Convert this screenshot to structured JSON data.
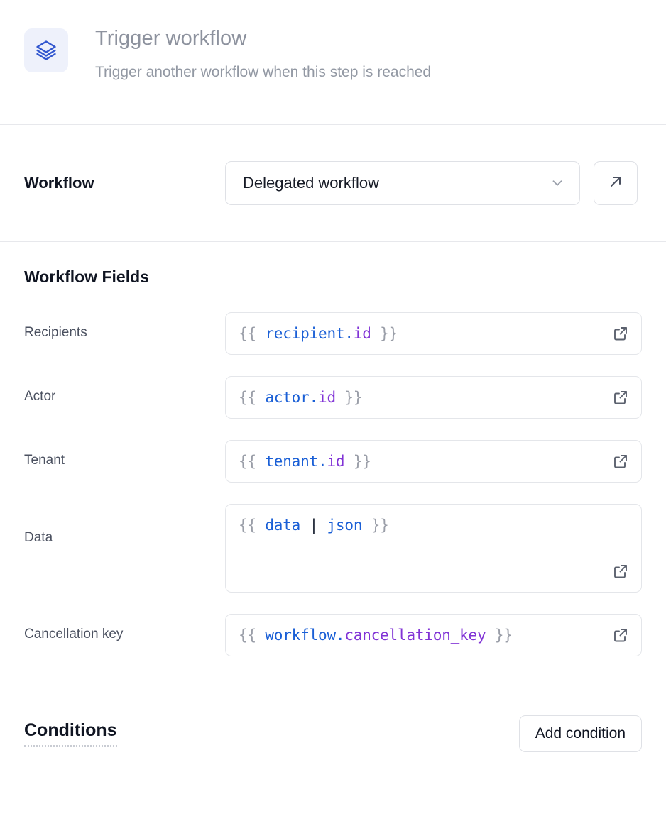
{
  "header": {
    "icon": "layers-stack-icon",
    "icon_color": "#3257cf",
    "icon_bg": "#eef1fb",
    "title": "Trigger workflow",
    "subtitle": "Trigger another workflow when this step is reached"
  },
  "workflow_section": {
    "label": "Workflow",
    "select": {
      "value": "Delegated workflow",
      "chevron_icon": "chevron-down-icon"
    },
    "open_button_icon": "arrow-up-right-icon"
  },
  "fields_section": {
    "title": "Workflow Fields",
    "fields": [
      {
        "label": "Recipients",
        "multiline": false,
        "ext_icon": "external-link-icon",
        "tokens": [
          {
            "t": "{{ ",
            "c": "brace"
          },
          {
            "t": "recipient",
            "c": "obj"
          },
          {
            "t": ".",
            "c": "dot"
          },
          {
            "t": "id",
            "c": "prop"
          },
          {
            "t": " }}",
            "c": "brace"
          }
        ]
      },
      {
        "label": "Actor",
        "multiline": false,
        "ext_icon": "external-link-icon",
        "tokens": [
          {
            "t": "{{ ",
            "c": "brace"
          },
          {
            "t": "actor",
            "c": "obj"
          },
          {
            "t": ".",
            "c": "dot"
          },
          {
            "t": "id",
            "c": "prop"
          },
          {
            "t": " }}",
            "c": "brace"
          }
        ]
      },
      {
        "label": "Tenant",
        "multiline": false,
        "ext_icon": "external-link-icon",
        "tokens": [
          {
            "t": "{{ ",
            "c": "brace"
          },
          {
            "t": "tenant",
            "c": "obj"
          },
          {
            "t": ".",
            "c": "dot"
          },
          {
            "t": "id",
            "c": "prop"
          },
          {
            "t": " }}",
            "c": "brace"
          }
        ]
      },
      {
        "label": "Data",
        "multiline": true,
        "ext_icon": "external-link-icon",
        "tokens": [
          {
            "t": "{{ ",
            "c": "brace"
          },
          {
            "t": "data",
            "c": "obj"
          },
          {
            "t": " ",
            "c": "brace"
          },
          {
            "t": "|",
            "c": "pipe"
          },
          {
            "t": " ",
            "c": "brace"
          },
          {
            "t": "json",
            "c": "filter"
          },
          {
            "t": " }}",
            "c": "brace"
          }
        ]
      },
      {
        "label": "Cancellation key",
        "multiline": false,
        "ext_icon": "external-link-icon",
        "tokens": [
          {
            "t": "{{ ",
            "c": "brace"
          },
          {
            "t": "workflow",
            "c": "obj"
          },
          {
            "t": ".",
            "c": "dot"
          },
          {
            "t": "cancellation_key",
            "c": "prop"
          },
          {
            "t": " }}",
            "c": "brace"
          }
        ]
      }
    ]
  },
  "conditions_section": {
    "title": "Conditions",
    "add_button_label": "Add condition"
  }
}
